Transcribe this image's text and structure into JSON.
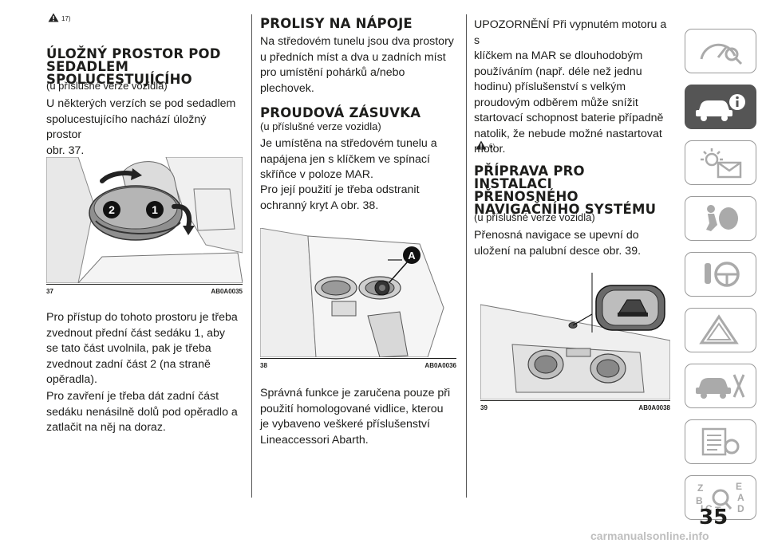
{
  "col1": {
    "warn_ref": "17)",
    "heading": "ÚLOŽNÝ PROSTOR POD\nSEDADLEM\nSPOLUCESTUJÍCÍHO",
    "subtitle": "(u příslušné verze vozidla)",
    "para1": "U některých verzích se pod sedadlem\nspolucestujícího nachází úložný prostor\nobr. 37.",
    "figure": {
      "number": "37",
      "code": "AB0A0035",
      "callouts": [
        "2",
        "1"
      ]
    },
    "para2": "Pro přístup do tohoto prostoru je třeba\nzvednout přední část sedáku 1, aby\nse tato část uvolnila, pak je třeba\nzvednout zadní část 2 (na straně\nopěradla).",
    "para3": "Pro zavření je třeba dát zadní část\nsedáku nenásilně dolů pod opěradlo a\nzatlačit na něj na doraz."
  },
  "col2": {
    "heading1": "PROLISY NA NÁPOJE",
    "para1": "Na středovém tunelu jsou dva prostory\nu předních míst a dva u zadních míst\npro umístění pohárků a/nebo\nplechovek.",
    "heading2": "PROUDOVÁ ZÁSUVKA",
    "subtitle2": "(u příslušné verze vozidla)",
    "para2": "Je umístěna na středovém tunelu a\nnapájena jen s klíčkem ve spínací\nskříňce v poloze MAR.",
    "para3": "Pro její použití je třeba odstranit\nochranný kryt A obr. 38.",
    "figure": {
      "number": "38",
      "code": "AB0A0036",
      "callout": "A"
    },
    "para4": "Správná funkce je zaručena pouze při\npoužití homologované vidlice, kterou\nje vybaveno veškeré příslušenství\nLineaccessori Abarth."
  },
  "col3": {
    "para1": "UPOZORNĚNÍ Při vypnutém motoru a s\nklíčkem na MAR se dlouhodobým\npoužíváním (např. déle než jednu\nhodinu) příslušenství s velkým\nproudovým odběrem může snížit\nstartovací schopnost baterie případně\nnatolik, že nebude možné nastartovat\nmotor.",
    "warn_ref": "6)",
    "heading": "PŘÍPRAVA PRO\nINSTALACI\nPŘENOSNÉHO\nNAVIGAČNÍHO SYSTÉMU",
    "subtitle": "(u příslušné verze vozidla)",
    "para2": "Přenosná navigace se upevní do\nuložení na palubní desce obr. 39.",
    "figure": {
      "number": "39",
      "code": "AB0A0038"
    }
  },
  "sidebar": {
    "items": [
      {
        "icon": "dashboard-search-icon",
        "active": false
      },
      {
        "icon": "car-info-icon",
        "active": true
      },
      {
        "icon": "warning-light-envelope-icon",
        "active": false
      },
      {
        "icon": "airbag-person-icon",
        "active": false
      },
      {
        "icon": "key-steering-wheel-icon",
        "active": false
      },
      {
        "icon": "warning-triangle-road-icon",
        "active": false
      },
      {
        "icon": "car-tools-icon",
        "active": false
      },
      {
        "icon": "technical-data-list-icon",
        "active": false
      },
      {
        "icon": "alphabetical-index-icon",
        "active": false
      }
    ],
    "index_letters": [
      "Z",
      "E",
      "B",
      "A",
      "C",
      "D",
      "I",
      "T"
    ],
    "accent": "#555555"
  },
  "page_number": "35",
  "footer": "carmanualsonline.info"
}
